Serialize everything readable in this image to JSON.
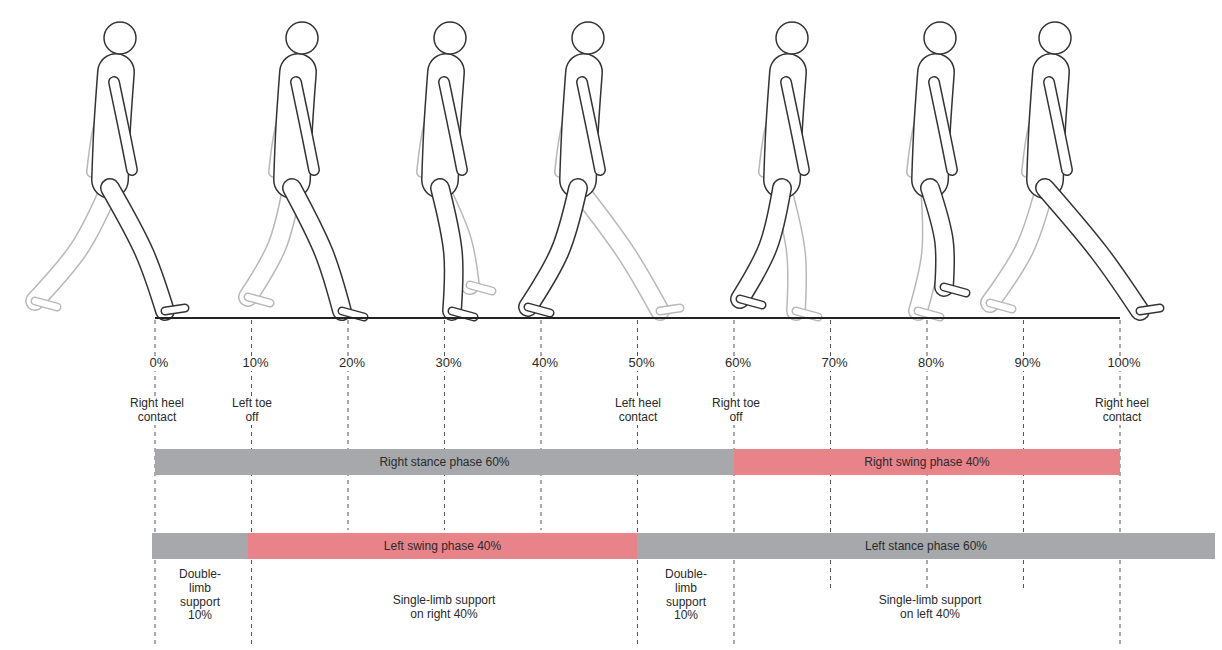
{
  "diagram": {
    "nodes": [
      {
        "text": [
          "Right stance phase 60%"
        ]
      },
      {
        "text": [
          "Right swing phase 40%"
        ]
      },
      {
        "text": [
          "Left swing phase 40%"
        ]
      },
      {
        "text": [
          "Left stance phase 60%"
        ]
      }
    ],
    "labels": [
      "0%",
      "10%",
      "20%",
      "30%",
      "40%",
      "50%",
      "60%",
      "70%",
      "80%",
      "90%",
      "100%",
      "Right heel contact",
      "Left toe off",
      "Left heel contact",
      "Right toe off",
      "Right heel contact",
      "Double-limb support 10%",
      "Single-limb support on right 40%",
      "Double-limb support 10%",
      "Single-limb support on left 40%"
    ]
  }
}
